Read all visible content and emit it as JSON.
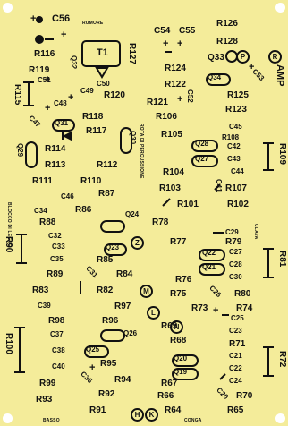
{
  "title_marks": {
    "rumore": "RUMORE",
    "amp": "AMP",
    "rota_di_percussione": "ROTA DI PERCUSSIONE",
    "blocco_di_legno": "BLOCCO DI LEGNO",
    "clava": "CLAVA",
    "basso": "BASSO",
    "conga": "CONGA"
  },
  "components": {
    "C56": "C56",
    "C54": "C54",
    "C55": "C55",
    "R126": "R126",
    "R128": "R128",
    "R116": "R116",
    "R119": "R119",
    "C51": "C51",
    "R115": "R115",
    "C48": "C48",
    "C49": "C49",
    "C50": "C50",
    "R127": "R127",
    "R124": "R124",
    "R122": "R122",
    "Q33": "Q33",
    "Q34": "Q34",
    "C53": "C53",
    "C52": "C52",
    "R120": "R120",
    "R121": "R121",
    "R125": "R125",
    "R123": "R123",
    "R118": "R118",
    "R106": "R106",
    "C47": "C47",
    "Q31": "Q31",
    "Q32": "Q32",
    "T1": "T1",
    "R117": "R117",
    "Q30": "Q30",
    "R105": "R105",
    "C45": "C45",
    "R108": "R108",
    "C42": "C42",
    "Q28": "Q28",
    "R114": "R114",
    "Q29": "Q29",
    "R109": "R109",
    "C43": "C43",
    "Q27": "Q27",
    "C44": "C44",
    "R113": "R113",
    "R112": "R112",
    "R104": "R104",
    "R111": "R111",
    "R110": "R110",
    "R103": "R103",
    "R107": "R107",
    "C41": "C41",
    "C46": "C46",
    "R87": "R87",
    "C34": "C34",
    "R86": "R86",
    "R101": "R101",
    "R102": "R102",
    "R88": "R88",
    "Q24": "Q24",
    "R78": "R78",
    "C32": "C32",
    "C29": "C29",
    "C33": "C33",
    "R79": "R79",
    "C35": "C35",
    "Q23": "Q23",
    "R77": "R77",
    "C27": "C27",
    "R90": "R90",
    "R85": "R85",
    "Q22": "Q22",
    "C28": "C28",
    "R81": "R81",
    "Q21": "Q21",
    "R89": "R89",
    "C31": "C31",
    "R84": "R84",
    "R76": "R76",
    "C30": "C30",
    "R83": "R83",
    "R82": "R82",
    "R75": "R75",
    "C26": "C26",
    "R80": "R80",
    "C39": "C39",
    "R97": "R97",
    "R74": "R74",
    "R98": "R98",
    "R96": "R96",
    "R69": "R69",
    "R73": "R73",
    "C25": "C25",
    "C37": "C37",
    "Q26": "Q26",
    "C23": "C23",
    "R68": "R68",
    "C38": "C38",
    "Q25": "Q25",
    "R71": "R71",
    "R100": "R100",
    "Q20": "Q20",
    "C21": "C21",
    "C40": "C40",
    "R95": "R95",
    "Q19": "Q19",
    "C22": "C22",
    "R72": "R72",
    "R99": "R99",
    "C36": "C36",
    "R94": "R94",
    "R67": "R67",
    "C24": "C24",
    "R93": "R93",
    "R92": "R92",
    "R66": "R66",
    "C20": "C20",
    "R70": "R70",
    "R91": "R91",
    "R64": "R64",
    "R65": "R65"
  },
  "circle_marks": {
    "P": "P",
    "R": "R",
    "Z": "Z",
    "M": "M",
    "L": "L",
    "N": "N",
    "H": "H",
    "K": "K"
  }
}
